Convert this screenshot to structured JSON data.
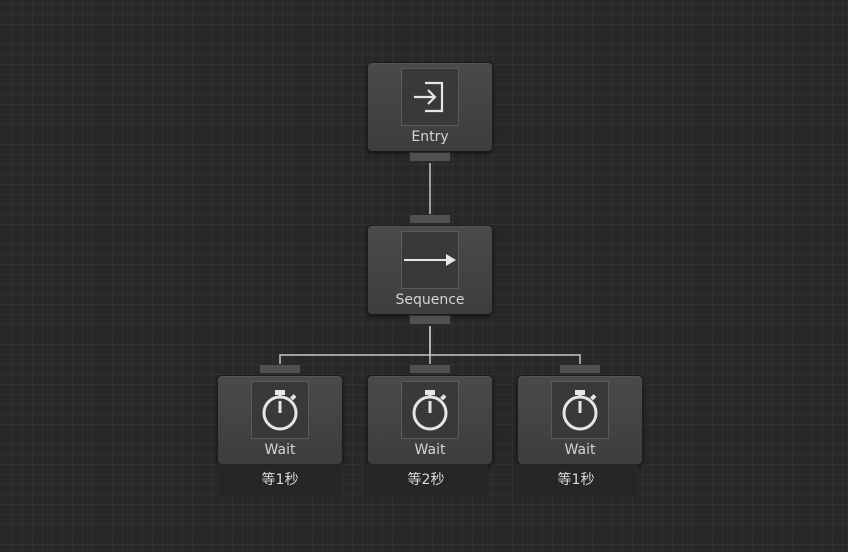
{
  "graph": {
    "nodes": [
      {
        "id": "entry",
        "label": "Entry",
        "icon": "entry-icon"
      },
      {
        "id": "sequence",
        "label": "Sequence",
        "icon": "arrow-right-icon"
      },
      {
        "id": "wait1",
        "label": "Wait",
        "icon": "stopwatch-icon",
        "comment": "等1秒"
      },
      {
        "id": "wait2",
        "label": "Wait",
        "icon": "stopwatch-icon",
        "comment": "等2秒"
      },
      {
        "id": "wait3",
        "label": "Wait",
        "icon": "stopwatch-icon",
        "comment": "等1秒"
      }
    ]
  },
  "colors": {
    "background": "#282828",
    "node_fill": "#444444",
    "wire": "#c8c8c8",
    "text": "#d4d4d4"
  }
}
